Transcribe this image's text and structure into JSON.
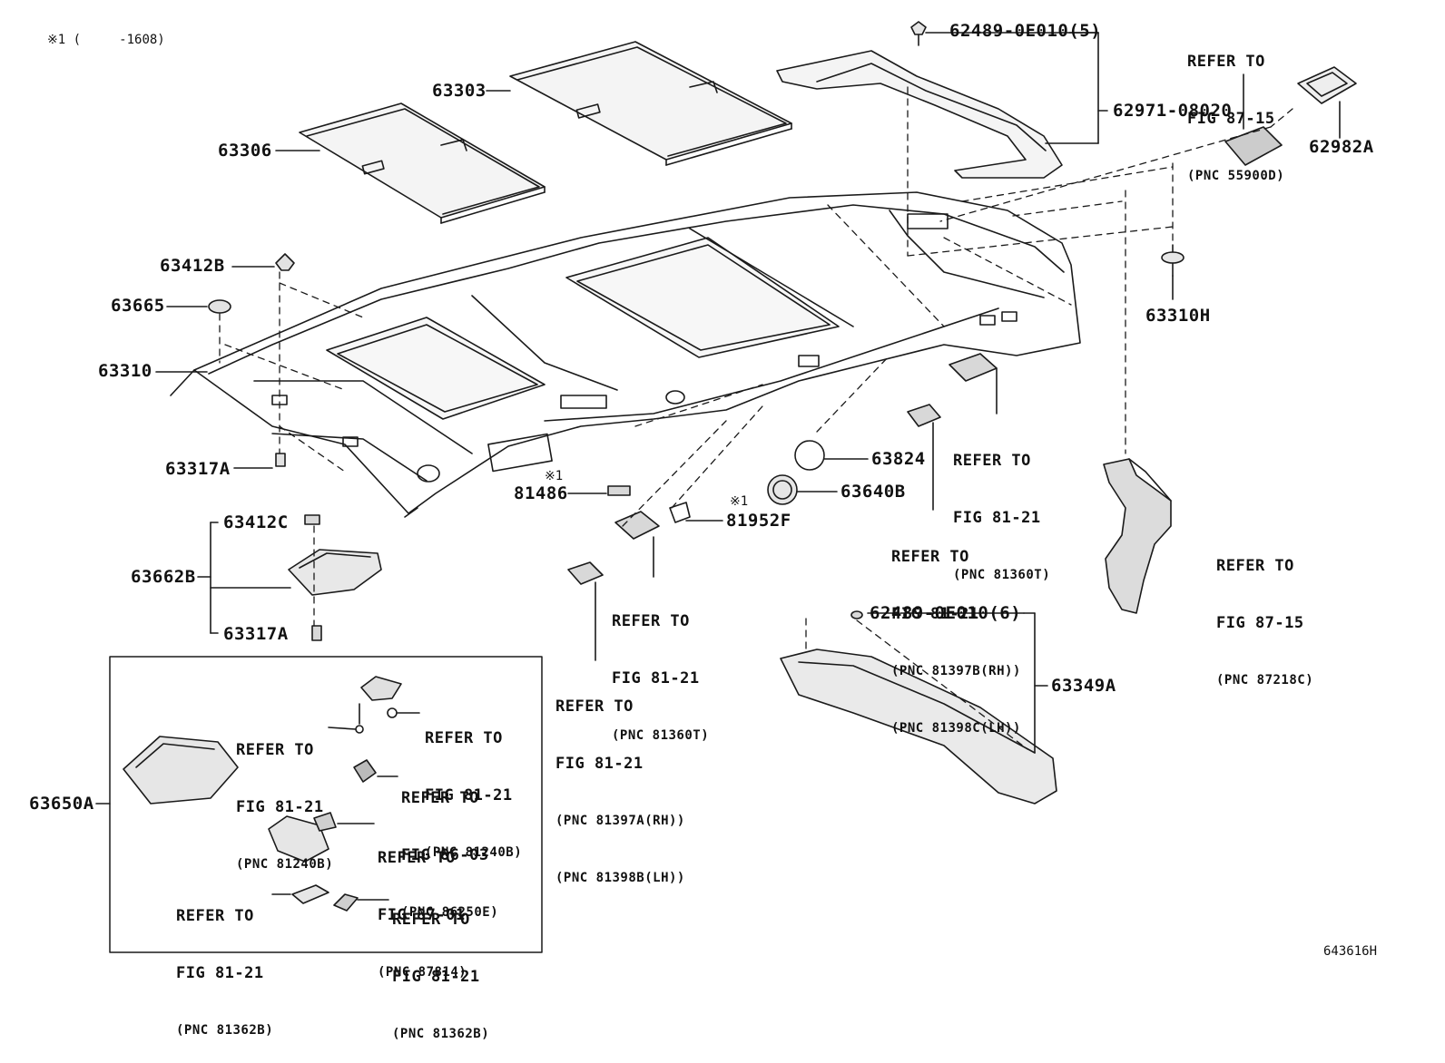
{
  "header_note": "※1 (     -1608)",
  "illustration_code": "643616H",
  "part_numbers": {
    "p63303": "63303",
    "p63306": "63306",
    "p63412B": "63412B",
    "p63665": "63665",
    "p63310": "63310",
    "p63317A_top": "63317A",
    "p63412C": "63412C",
    "p63662B": "63662B",
    "p63317A_bottom": "63317A",
    "p63650A": "63650A",
    "p62489_5": "62489-0E010(5)",
    "p62971": "62971-08020",
    "p62982A": "62982A",
    "p63310H": "63310H",
    "p63824": "63824",
    "p63640B": "63640B",
    "p81486": "81486",
    "p81952F": "81952F",
    "p62489_6": "62489-0E010(6)",
    "p63349A": "63349A",
    "mark_81486": "※1",
    "mark_81952F": "※1"
  },
  "references": {
    "r_55900D": {
      "line1": "REFER TO",
      "line2": "FIG 87-15",
      "pnc": "(PNC 55900D)"
    },
    "r_81360T_right": {
      "line1": "REFER TO",
      "line2": "FIG 81-21",
      "pnc": "(PNC 81360T)"
    },
    "r_81397B": {
      "line1": "REFER TO",
      "line2": "FIG 81-21",
      "pnc": "(PNC 81397B(RH))",
      "pnc2": "(PNC 81398C(LH))"
    },
    "r_87218C": {
      "line1": "REFER TO",
      "line2": "FIG 87-15",
      "pnc": "(PNC 87218C)"
    },
    "r_81360T_center": {
      "line1": "REFER TO",
      "line2": "FIG 81-21",
      "pnc": "(PNC 81360T)"
    },
    "r_81397A": {
      "line1": "REFER TO",
      "line2": "FIG 81-21",
      "pnc": "(PNC 81397A(RH))",
      "pnc2": "(PNC 81398B(LH))"
    },
    "r_81240B_left": {
      "line1": "REFER TO",
      "line2": "FIG 81-21",
      "pnc": "(PNC 81240B)"
    },
    "r_81240B_right": {
      "line1": "REFER TO",
      "line2": "FIG 81-21",
      "pnc": "(PNC 81240B)"
    },
    "r_86250E": {
      "line1": "REFER TO",
      "line2": "FIG 86-03",
      "pnc": "(PNC 86250E)"
    },
    "r_87814": {
      "line1": "REFER TO",
      "line2": "FIG 87-01",
      "pnc": "(PNC 87814)"
    },
    "r_81362B_left": {
      "line1": "REFER TO",
      "line2": "FIG 81-21",
      "pnc": "(PNC 81362B)"
    },
    "r_81362B_right": {
      "line1": "REFER TO",
      "line2": "FIG 81-21",
      "pnc": "(PNC 81362B)"
    }
  }
}
